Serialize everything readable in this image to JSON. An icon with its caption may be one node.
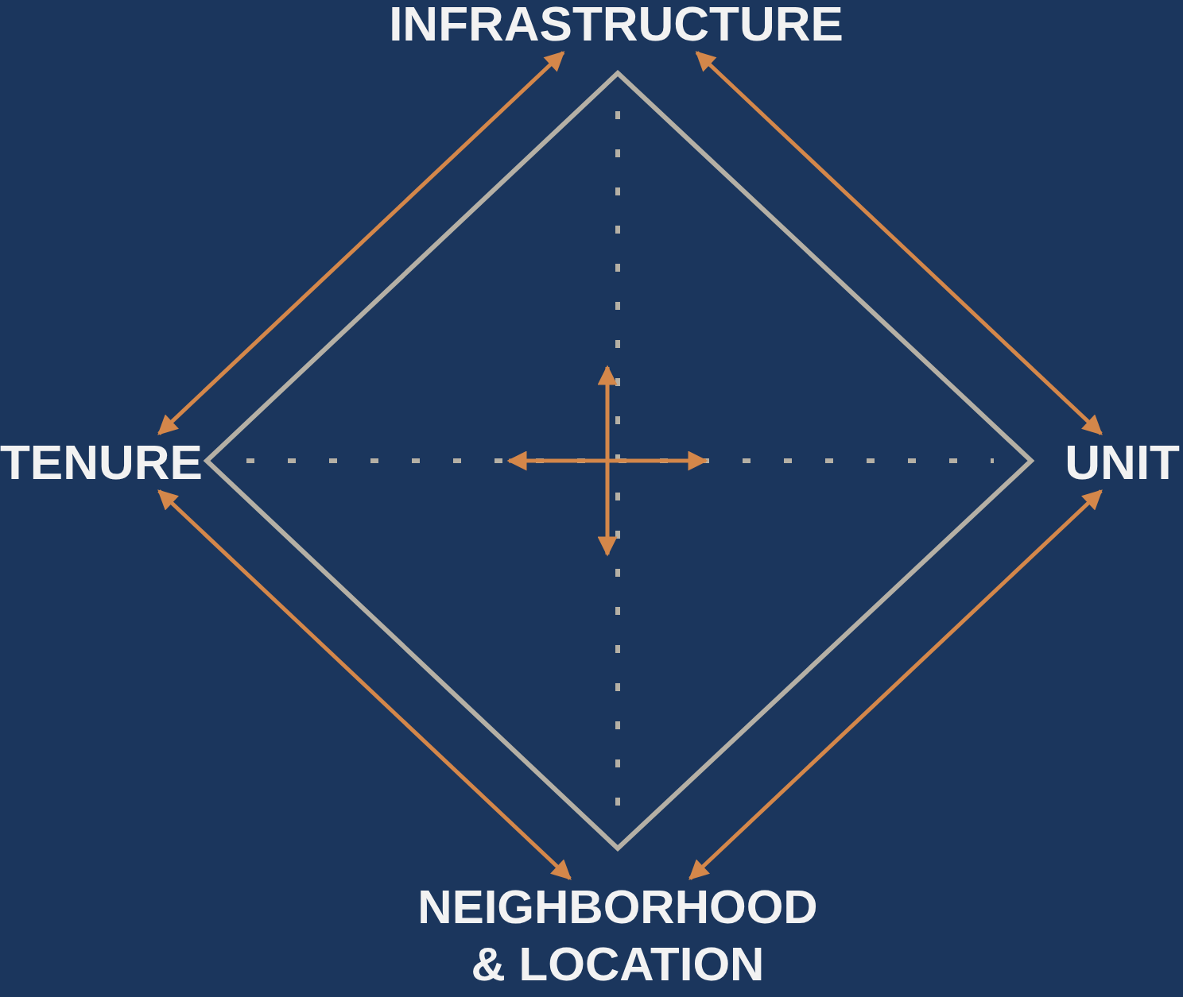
{
  "diagram": {
    "nodes": [
      {
        "text": [
          "INFRASTRUCTURE"
        ]
      },
      {
        "text": [
          "TENURE"
        ]
      },
      {
        "text": [
          "UNIT"
        ]
      },
      {
        "text": [
          "NEIGHBORHOOD & LOCATION"
        ]
      }
    ],
    "edges": [
      {
        "from": 1,
        "to": 0,
        "arrow": "both"
      },
      {
        "from": 2,
        "to": 0,
        "arrow": "both"
      },
      {
        "from": 1,
        "to": 3,
        "arrow": "both"
      },
      {
        "from": 2,
        "to": 3,
        "arrow": "both"
      }
    ]
  }
}
